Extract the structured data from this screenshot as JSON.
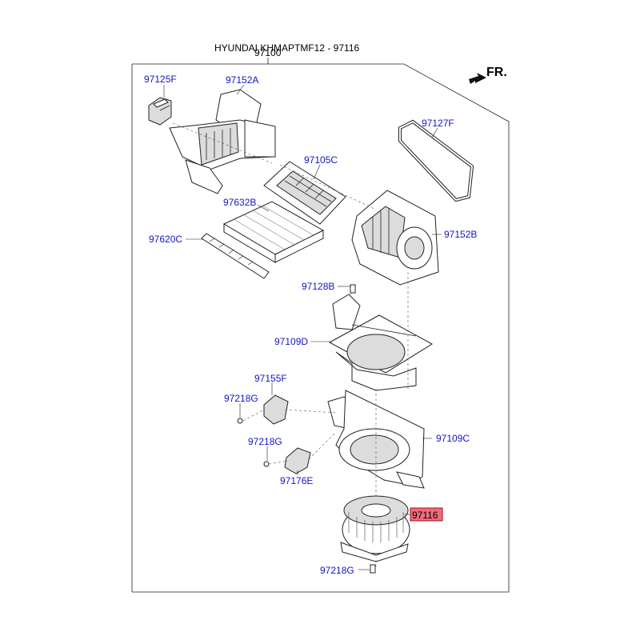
{
  "header": {
    "title": "HYUNDAI KHMAPTMF12 - 97116",
    "assembly_number": "97100"
  },
  "direction_label": "FR.",
  "highlight_color": "#f26b7a",
  "label_color": "#1414c8",
  "parts": [
    {
      "id": "97125F",
      "label": "97125F"
    },
    {
      "id": "97152A",
      "label": "97152A"
    },
    {
      "id": "97127F",
      "label": "97127F"
    },
    {
      "id": "97105C",
      "label": "97105C"
    },
    {
      "id": "97632B",
      "label": "97632B"
    },
    {
      "id": "97152B",
      "label": "97152B"
    },
    {
      "id": "97620C",
      "label": "97620C"
    },
    {
      "id": "97128B",
      "label": "97128B"
    },
    {
      "id": "97109D",
      "label": "97109D"
    },
    {
      "id": "97155F",
      "label": "97155F"
    },
    {
      "id": "97218G-a",
      "label": "97218G"
    },
    {
      "id": "97109C",
      "label": "97109C"
    },
    {
      "id": "97218G-b",
      "label": "97218G"
    },
    {
      "id": "97176E",
      "label": "97176E"
    },
    {
      "id": "97116",
      "label": "97116",
      "highlighted": true
    },
    {
      "id": "97218G-c",
      "label": "97218G"
    }
  ]
}
